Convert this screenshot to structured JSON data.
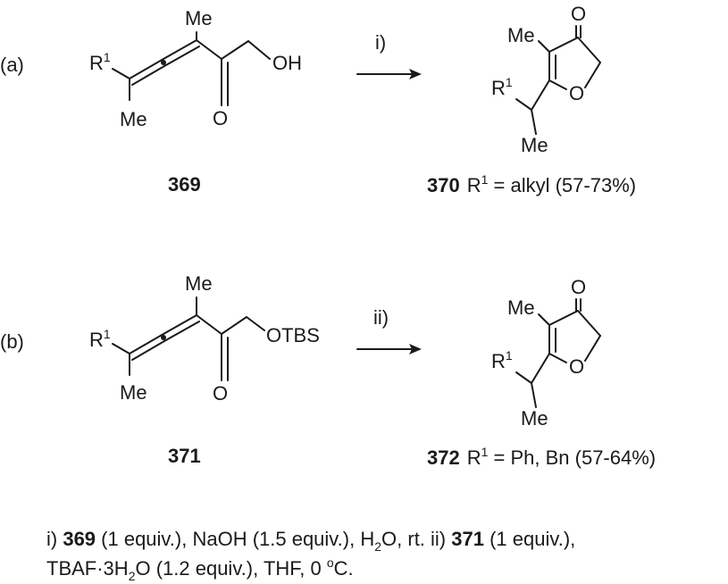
{
  "scheme": {
    "a": {
      "label": "(a)",
      "reactant": {
        "r_group": "R",
        "r_sup": "1",
        "me_top": "Me",
        "me_bottom": "Me",
        "hetero_o": "O",
        "oh": "OH",
        "compound_number": "369"
      },
      "arrow_label": "i)",
      "product": {
        "me": "Me",
        "carbonyl_o": "O",
        "r_group": "R",
        "r_sup": "1",
        "ring_o": "O",
        "me_bottom": "Me",
        "compound_number": "370",
        "caption_r": "R",
        "caption_sup": "1",
        "caption_rest": " = alkyl (57-73%)"
      }
    },
    "b": {
      "label": "(b)",
      "reactant": {
        "r_group": "R",
        "r_sup": "1",
        "me_top": "Me",
        "me_bottom": "Me",
        "hetero_o": "O",
        "otbs": "OTBS",
        "compound_number": "371"
      },
      "arrow_label": "ii)",
      "product": {
        "me": "Me",
        "carbonyl_o": "O",
        "r_group": "R",
        "r_sup": "1",
        "ring_o": "O",
        "me_bottom": "Me",
        "compound_number": "372",
        "caption_r": "R",
        "caption_sup": "1",
        "caption_rest": " = Ph, Bn (57-64%)"
      }
    }
  },
  "conditions": {
    "line1_part1": "i) ",
    "line1_bold1": "369",
    "line1_part2": " (1 equiv.), NaOH (1.5 equiv.), H",
    "line1_sub": "2",
    "line1_part3": "O, rt. ii) ",
    "line1_bold2": "371",
    "line1_part4": " (1 equiv.),",
    "line2_part1": "TBAF·3H",
    "line2_sub": "2",
    "line2_part2": "O (1.2 equiv.), THF, 0 ",
    "line2_sup": "o",
    "line2_part3": "C."
  }
}
